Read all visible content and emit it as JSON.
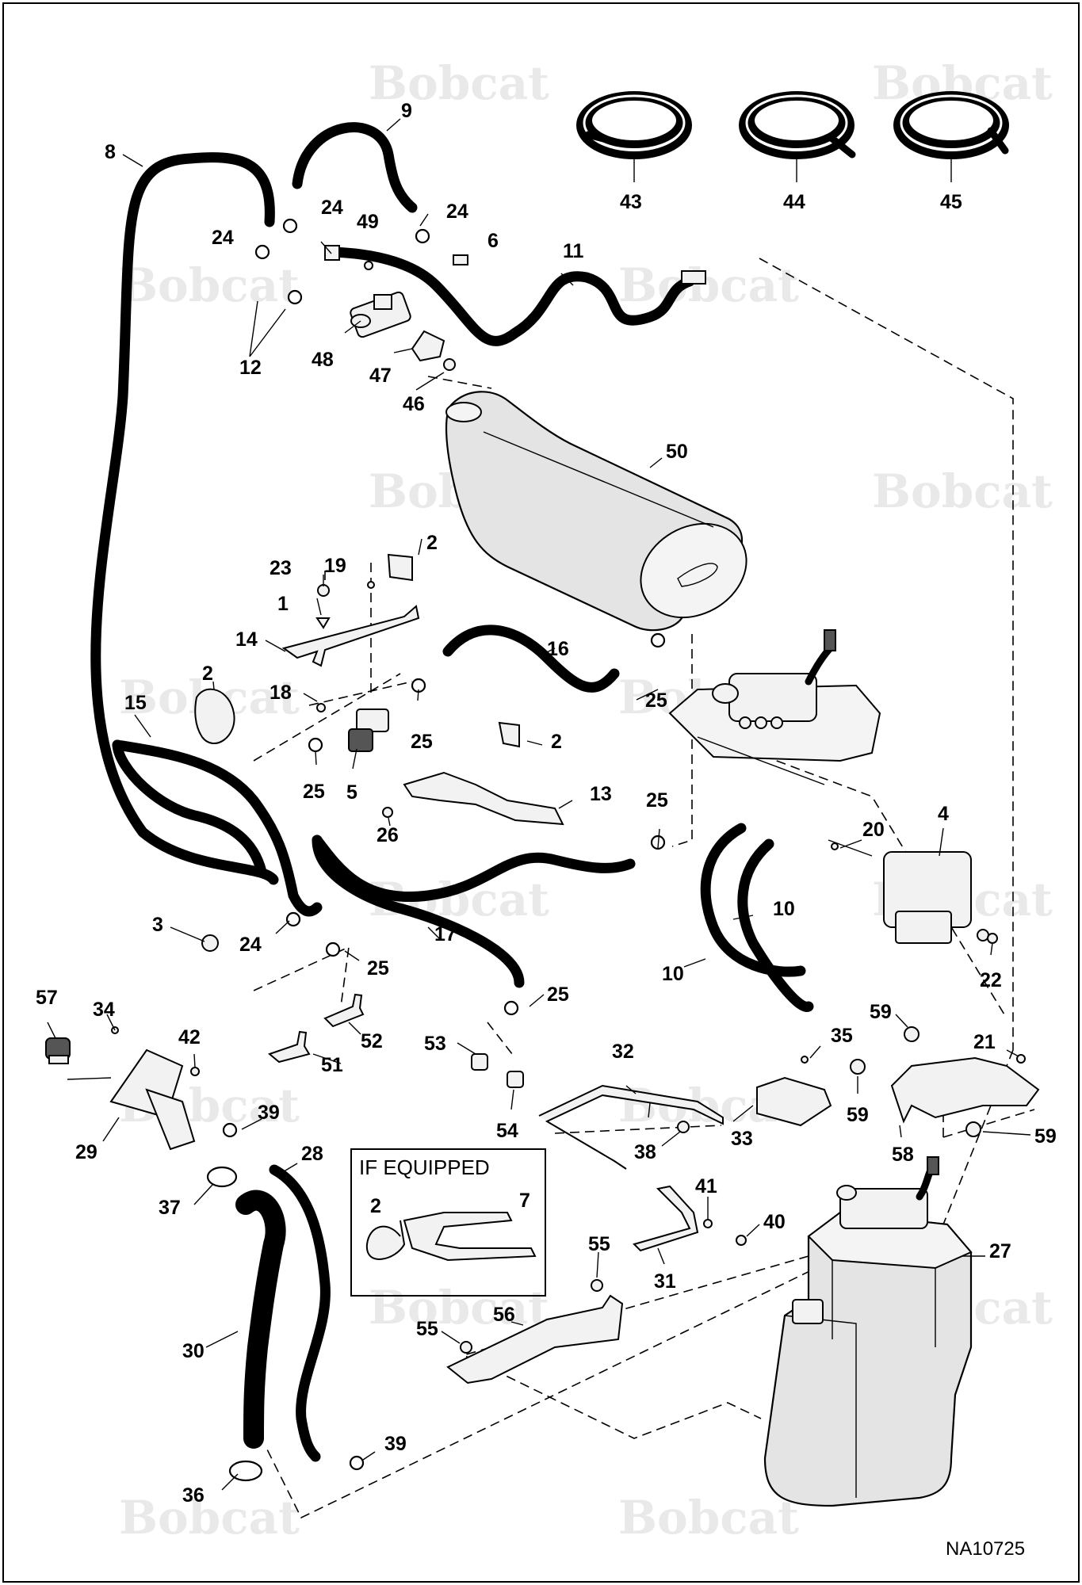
{
  "brand": {
    "watermark_text": "Bobcat"
  },
  "inset": {
    "title": "IF EQUIPPED"
  },
  "drawing_number": "NA10725",
  "callouts": {
    "c1": "1",
    "c2a": "2",
    "c2b": "2",
    "c2c": "2",
    "c2d": "2",
    "c3": "3",
    "c4": "4",
    "c5": "5",
    "c6": "6",
    "c7": "7",
    "c8": "8",
    "c9": "9",
    "c10a": "10",
    "c10b": "10",
    "c11": "11",
    "c12": "12",
    "c13": "13",
    "c14": "14",
    "c15": "15",
    "c16": "16",
    "c17": "17",
    "c18": "18",
    "c19": "19",
    "c20": "20",
    "c21": "21",
    "c22": "22",
    "c23": "23",
    "c24a": "24",
    "c24b": "24",
    "c24c": "24",
    "c24d": "24",
    "c25a": "25",
    "c25b": "25",
    "c25c": "25",
    "c25d": "25",
    "c25e": "25",
    "c25f": "25",
    "c26": "26",
    "c27": "27",
    "c28": "28",
    "c29": "29",
    "c30": "30",
    "c31": "31",
    "c32": "32",
    "c33": "33",
    "c34": "34",
    "c35": "35",
    "c36": "36",
    "c37": "37",
    "c38": "38",
    "c39a": "39",
    "c39b": "39",
    "c40": "40",
    "c41": "41",
    "c42": "42",
    "c43": "43",
    "c44": "44",
    "c45": "45",
    "c46": "46",
    "c47": "47",
    "c48": "48",
    "c49": "49",
    "c50": "50",
    "c51": "51",
    "c52": "52",
    "c53": "53",
    "c54": "54",
    "c55a": "55",
    "c55b": "55",
    "c56": "56",
    "c57": "57",
    "c58": "58",
    "c59a": "59",
    "c59b": "59",
    "c59c": "59"
  }
}
